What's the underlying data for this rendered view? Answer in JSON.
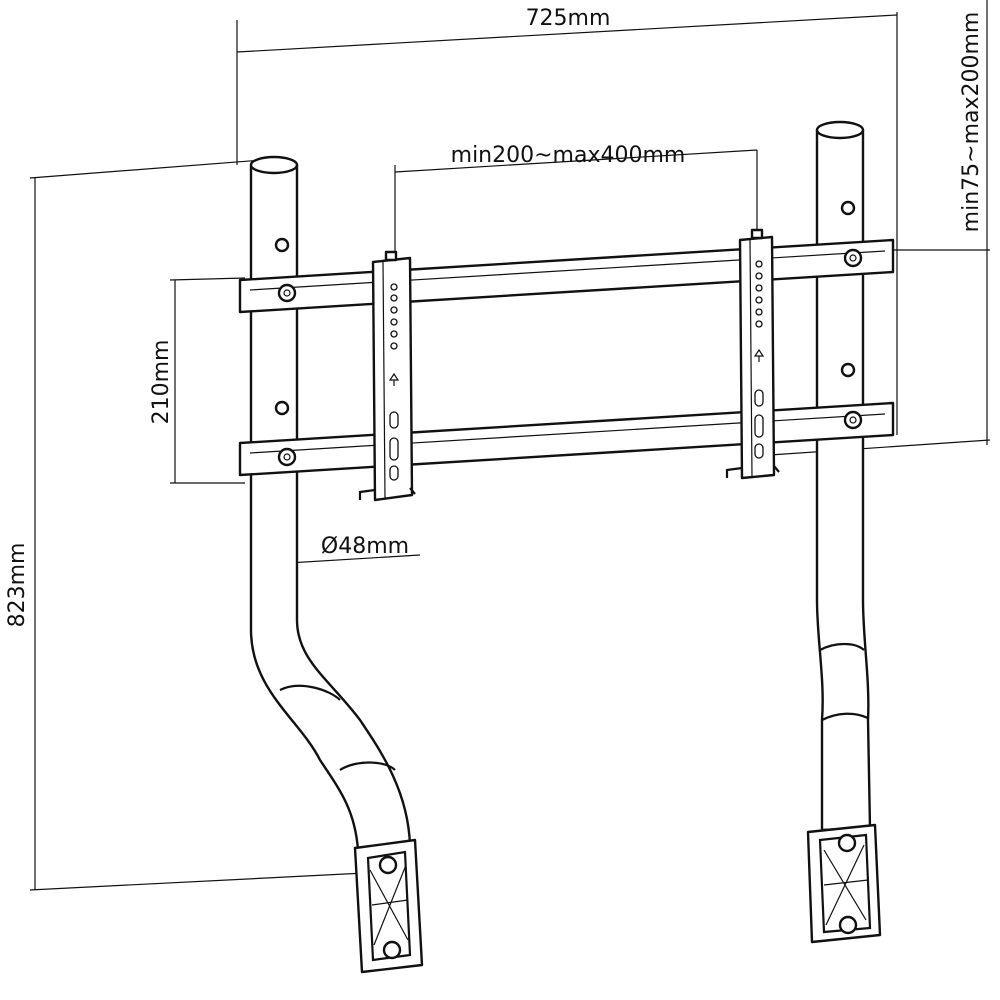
{
  "title": "TV wall mount dimension drawing",
  "dimensions": {
    "overall_width": "725mm",
    "vesa_horizontal": "min200~max400mm",
    "vesa_vertical": "min75~max200mm",
    "rail_spacing": "210mm",
    "overall_height": "823mm",
    "pole_diameter": "Ø48mm"
  },
  "colors": {
    "line": "#111111",
    "background": "#ffffff"
  }
}
